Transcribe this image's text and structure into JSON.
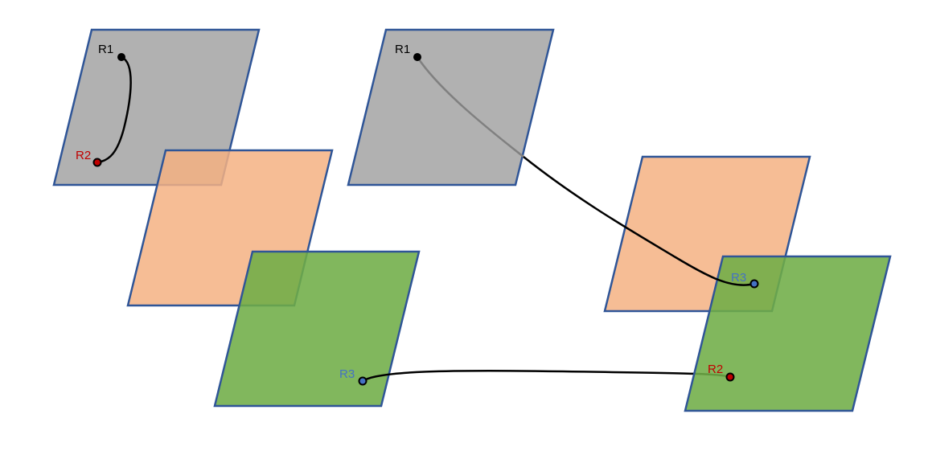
{
  "colors": {
    "gray_fill": "#a6a6a6",
    "orange_fill": "#f4b183",
    "green_fill": "#70ad47",
    "outline": "#2f5597",
    "black": "#000000",
    "red": "#c00000",
    "blue_label": "#4472c4",
    "curve_gray": "#808080"
  },
  "left_group": {
    "r1_label": "R1",
    "r2_label": "R2",
    "r3_label": "R3"
  },
  "right_group": {
    "r1_label": "R1",
    "r3_label": "R3",
    "r2_label": "R2"
  }
}
